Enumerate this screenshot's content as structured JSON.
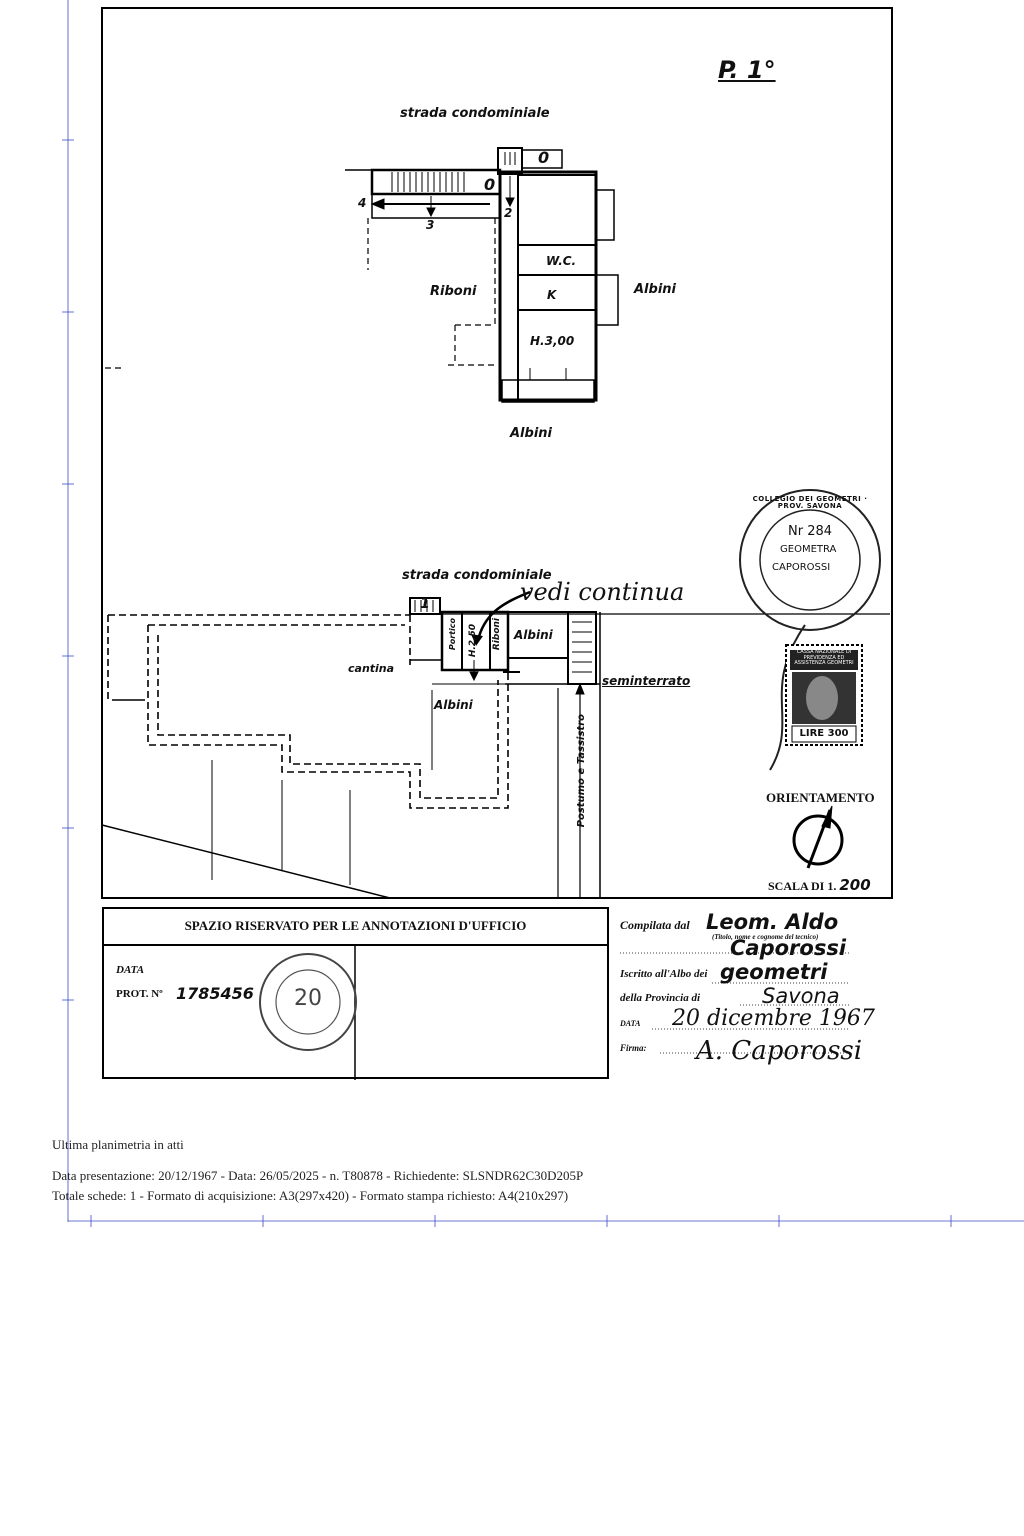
{
  "sheet": {
    "page_id": "P. 1°",
    "plan_top": {
      "road_label": "strada condominiale",
      "step_numbers": [
        "0",
        "0",
        "2",
        "3",
        "4"
      ],
      "rooms": [
        "W.C.",
        "K",
        "H.3,00"
      ],
      "neighbors": [
        "Riboni",
        "Albini",
        "Albini"
      ]
    },
    "plan_bottom": {
      "road_label": "strada condominiale",
      "handwritten_note": "vedi continua",
      "step_number": "1",
      "rooms": [
        "Portico",
        "H.2,50",
        "Riboni",
        "Albini"
      ],
      "labels": [
        "cantina",
        "seminterrato",
        "Albini",
        "Postumo e Tassistro"
      ]
    },
    "stamp_round": {
      "ring_text": "COLLEGIO DEI GEOMETRI · PROV. SAVONA",
      "center_lines": [
        "Nr 284",
        "GEOMETRA",
        "CAPOROSSI"
      ]
    },
    "revenue_stamp": {
      "header": "CASSA NAZIONALE DI PREVIDENZA ED ASSISTENZA GEOMETRI",
      "value": "LIRE 300"
    },
    "orientation": {
      "label": "ORIENTAMENTO"
    },
    "scale": {
      "label": "SCALA DI 1.",
      "value": "200"
    }
  },
  "office_box": {
    "header": "SPAZIO RISERVATO PER LE ANNOTAZIONI D'UFFICIO",
    "date_label": "DATA",
    "prot_label": "PROT. Nº",
    "prot_value": "1785456",
    "date_stamp": "20"
  },
  "compiled": {
    "by_label": "Compilata dal",
    "by_value": "Leom. Aldo",
    "sub_note": "(Titolo, nome e cognome del tecnico)",
    "surname": "Caporossi",
    "albo_label": "Iscritto all'Albo dei",
    "albo_value": "geometri",
    "province_label": "della Provincia di",
    "province_value": "Savona",
    "date_label": "DATA",
    "date_value": "20 dicembre 1967",
    "signature_label": "Firma:",
    "signature": "A. Caporossi"
  },
  "footer": {
    "line1": "Ultima planimetria in atti",
    "line2": "Data presentazione: 20/12/1967 - Data: 26/05/2025 - n. T80878 - Richiedente: SLSNDR62C30D205P",
    "line3": "Totale schede: 1 - Formato di acquisizione: A3(297x420)  - Formato stampa richiesto: A4(210x297)"
  }
}
